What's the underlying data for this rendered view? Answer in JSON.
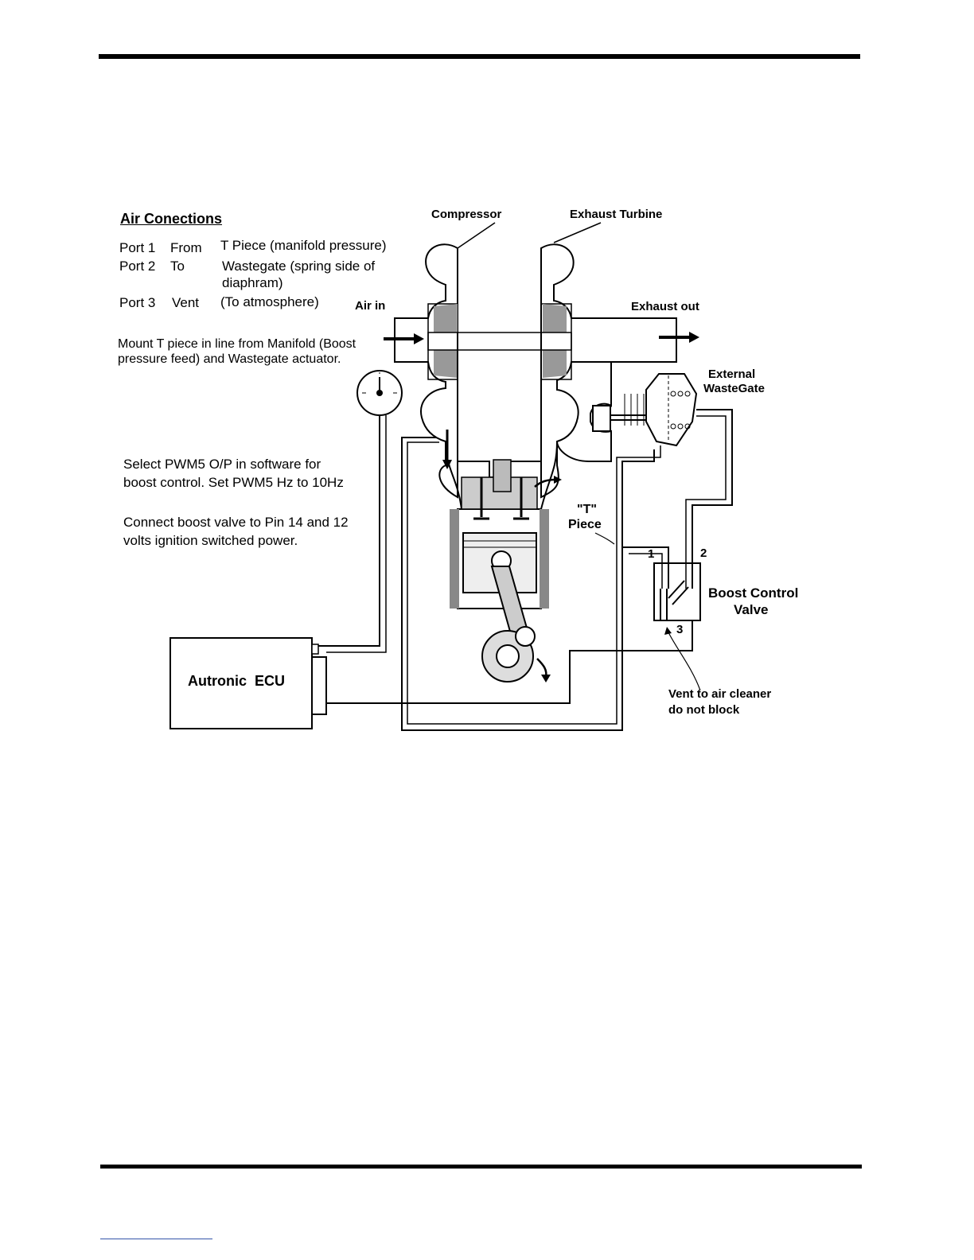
{
  "air_connections": {
    "heading": "Air Conections",
    "ports": [
      {
        "port": "Port 1",
        "dir": "From",
        "desc": "T Piece (manifold pressure)"
      },
      {
        "port": "Port 2",
        "dir": "To",
        "desc": "Wastegate (spring side of",
        "desc2": "diaphram)"
      },
      {
        "port": "Port 3",
        "dir": "Vent",
        "desc": "(To atmosphere)"
      }
    ]
  },
  "mount_note": "Mount T piece in line from Manifold (Boost pressure feed) and Wastegate actuator.",
  "pwm_note": "Select PWM5 O/P in software for boost control. Set PWM5 Hz to 10Hz",
  "connect_note": "Connect boost valve to Pin 14 and 12 volts ignition switched power.",
  "labels": {
    "compressor": "Compressor",
    "exhaust_turbine": "Exhaust Turbine",
    "air_in": "Air in",
    "exhaust_out": "Exhaust out",
    "external_wastegate_1": "External",
    "external_wastegate_2": "WasteGate",
    "t_piece_1": "\"T\"",
    "t_piece_2": "Piece",
    "boost_control_1": "Boost Control",
    "boost_control_2": "Valve",
    "port_1": "1",
    "port_2": "2",
    "port_3": "3",
    "vent_1": "Vent to air cleaner",
    "vent_2": "do not block",
    "ecu": "Autronic  ECU"
  }
}
